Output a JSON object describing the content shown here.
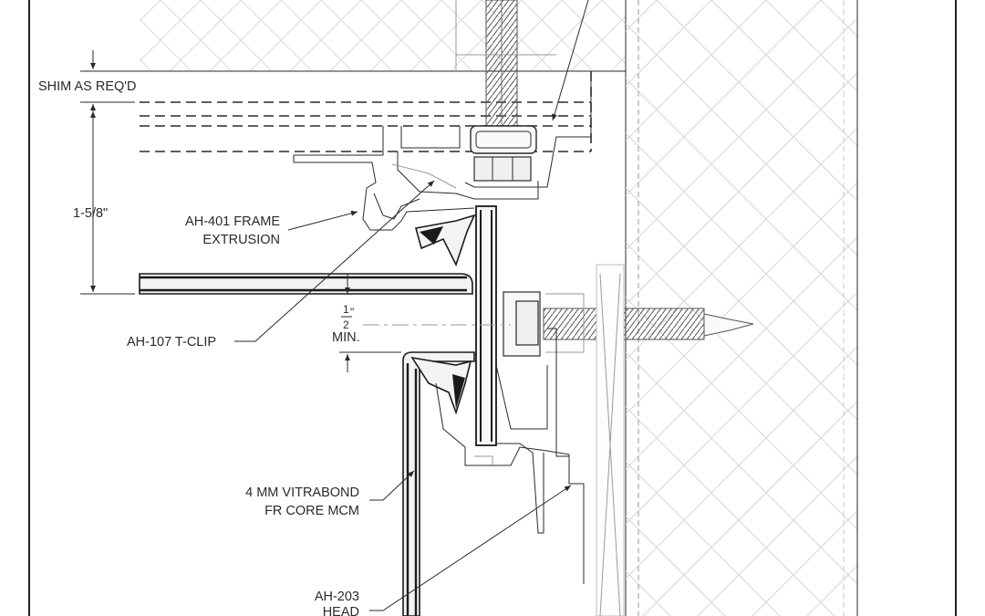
{
  "labels": {
    "shim": "SHIM AS REQ'D",
    "dim_height": "1-5/8\"",
    "frame_extrusion_1": "AH-401 FRAME",
    "frame_extrusion_2": "EXTRUSION",
    "t_clip": "AH-107 T-CLIP",
    "gap_num": "1",
    "gap_inch": "\"",
    "gap_den": "2",
    "gap_min": "MIN.",
    "panel_1": "4 MM VITRABOND",
    "panel_2": "FR CORE MCM",
    "head_1": "AH-203",
    "head_2": "HEAD"
  }
}
